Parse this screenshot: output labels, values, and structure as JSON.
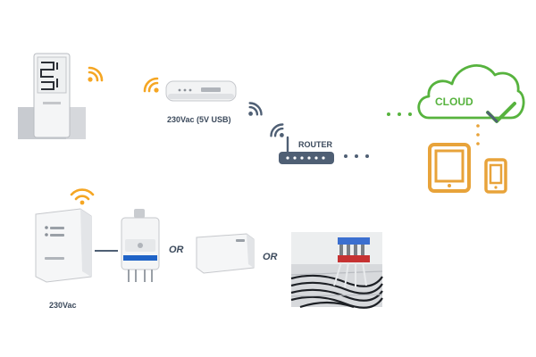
{
  "labels": {
    "hub_power": "230Vac (5V USB)",
    "router": "ROUTER",
    "cloud": "CLOUD",
    "receiver_power": "230Vac",
    "or_1": "OR",
    "or_2": "OR"
  },
  "colors": {
    "wifi_orange": "#f5a623",
    "wifi_gray": "#4f5f74",
    "cloud_green": "#57b33e",
    "device_orange": "#e8a33a",
    "text_dark": "#3c4a5c",
    "router_blue": "#4f5f74"
  },
  "icons": {
    "thermostat": "thermostat-icon",
    "hub": "hub-device-icon",
    "router": "router-icon",
    "cloud": "cloud-icon",
    "tablet": "tablet-icon",
    "phone": "phone-icon",
    "receiver": "wall-receiver-icon",
    "boiler": "boiler-icon",
    "heater": "electric-heater-icon",
    "underfloor": "underfloor-manifold-icon"
  }
}
